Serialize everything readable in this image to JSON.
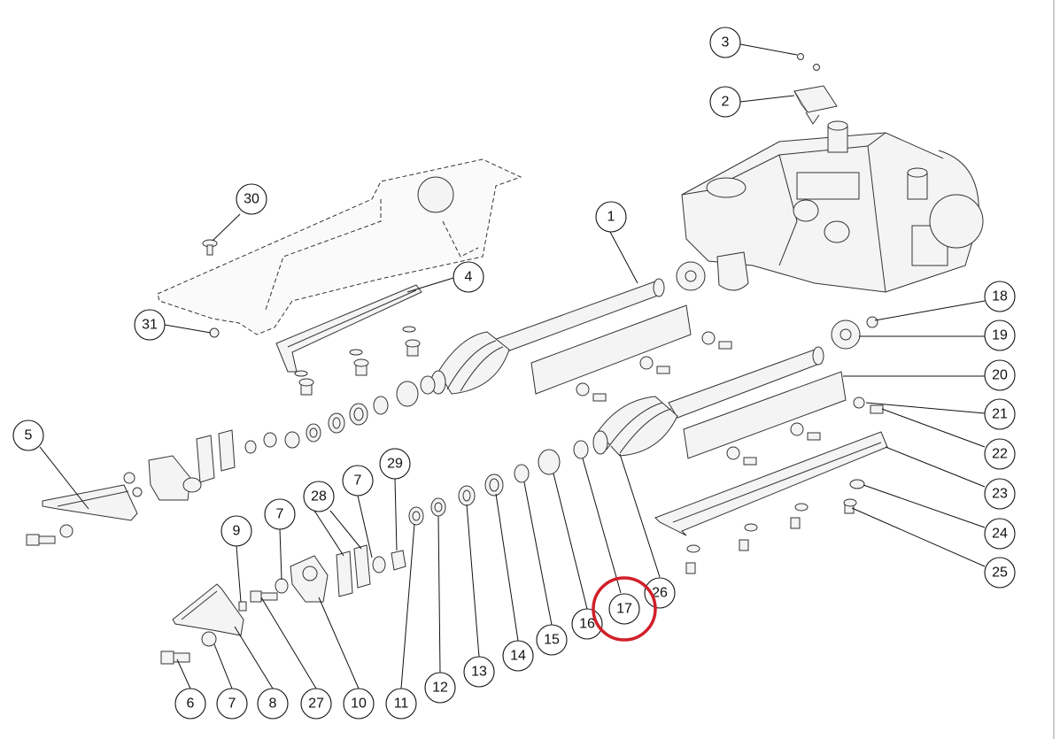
{
  "diagram": {
    "highlight_color": "#d1202a",
    "highlighted_callout": "17",
    "callouts": [
      {
        "id": "c1",
        "label": "1"
      },
      {
        "id": "c2",
        "label": "2"
      },
      {
        "id": "c3",
        "label": "3"
      },
      {
        "id": "c4",
        "label": "4"
      },
      {
        "id": "c5",
        "label": "5"
      },
      {
        "id": "c6",
        "label": "6"
      },
      {
        "id": "c7a",
        "label": "7"
      },
      {
        "id": "c7b",
        "label": "7"
      },
      {
        "id": "c7c",
        "label": "7"
      },
      {
        "id": "c8",
        "label": "8"
      },
      {
        "id": "c9",
        "label": "9"
      },
      {
        "id": "c10",
        "label": "10"
      },
      {
        "id": "c11",
        "label": "11"
      },
      {
        "id": "c12",
        "label": "12"
      },
      {
        "id": "c13",
        "label": "13"
      },
      {
        "id": "c14",
        "label": "14"
      },
      {
        "id": "c15",
        "label": "15"
      },
      {
        "id": "c16",
        "label": "16"
      },
      {
        "id": "c17",
        "label": "17"
      },
      {
        "id": "c18",
        "label": "18"
      },
      {
        "id": "c19",
        "label": "19"
      },
      {
        "id": "c20",
        "label": "20"
      },
      {
        "id": "c21",
        "label": "21"
      },
      {
        "id": "c22",
        "label": "22"
      },
      {
        "id": "c23",
        "label": "23"
      },
      {
        "id": "c24",
        "label": "24"
      },
      {
        "id": "c25",
        "label": "25"
      },
      {
        "id": "c26",
        "label": "26"
      },
      {
        "id": "c27",
        "label": "27"
      },
      {
        "id": "c28",
        "label": "28"
      },
      {
        "id": "c29",
        "label": "29"
      },
      {
        "id": "c30",
        "label": "30"
      },
      {
        "id": "c31",
        "label": "31"
      }
    ]
  }
}
